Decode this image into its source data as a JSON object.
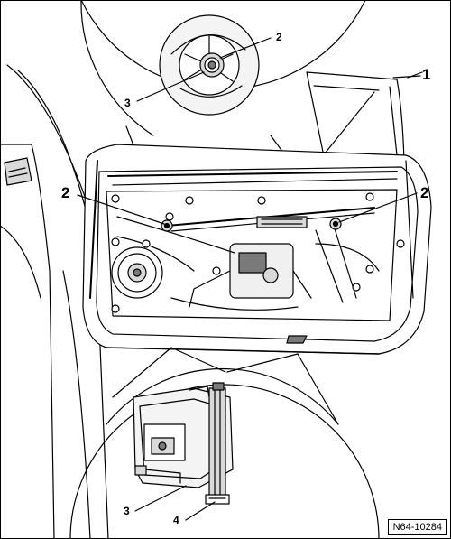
{
  "callouts": {
    "door_glass": "1",
    "window_frame_bolt_left": "2",
    "window_frame_bolt_right": "2",
    "top_detail_bolt": "2",
    "top_detail_washer": "3",
    "bottom_detail_bracket": "3",
    "bottom_detail_rail": "4"
  },
  "figure_code": "N64-10284",
  "colors": {
    "line": "#000000",
    "background": "#ffffff",
    "shade": "#d9d9d9",
    "dark_shade": "#7a7a7a"
  }
}
